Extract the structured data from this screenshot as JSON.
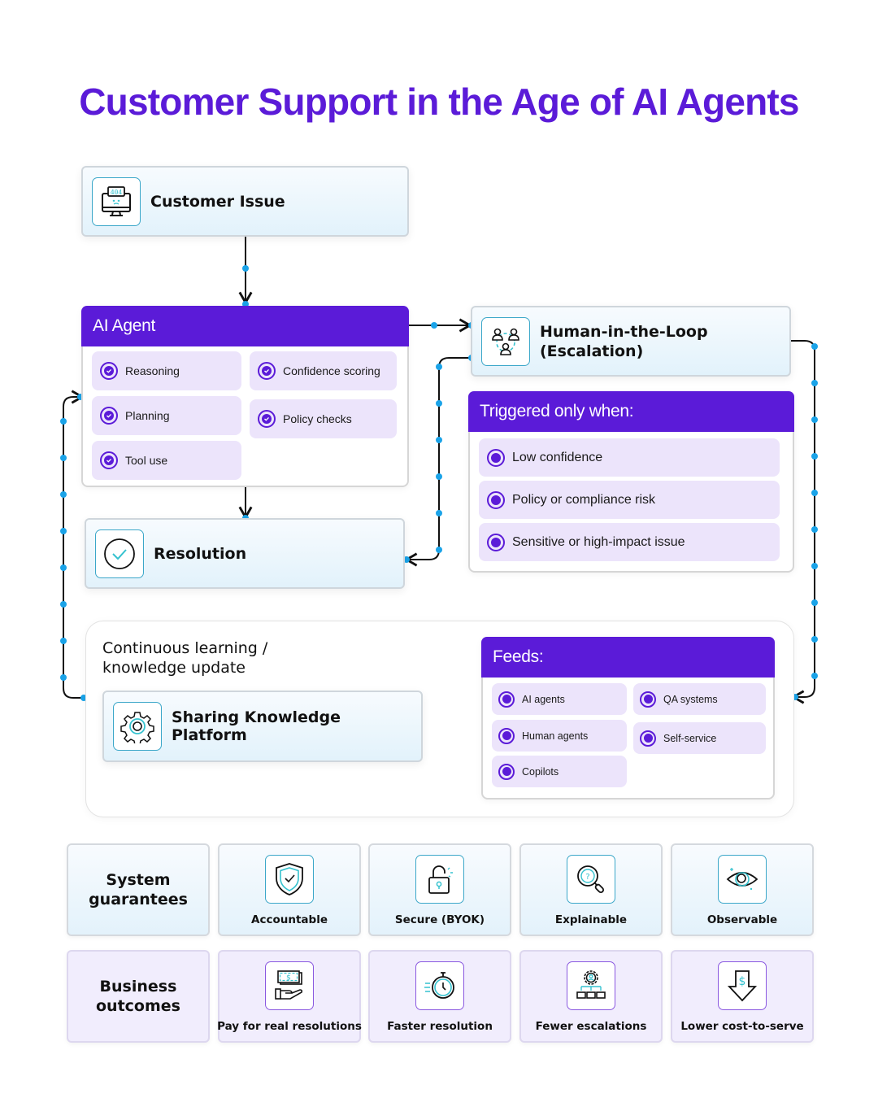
{
  "title": "Customer Support in the Age of AI Agents",
  "colors": {
    "accent": "#5b1bd8",
    "connector_dot": "#1aa3e8",
    "chip_bg": "#ece4fb",
    "icon_teal": "#35c2cf"
  },
  "customer_issue": {
    "label": "Customer Issue",
    "icon": "monitor-404-icon",
    "icon_text": "404"
  },
  "ai_agent": {
    "header": "AI Agent",
    "capabilities": [
      {
        "label": "Reasoning"
      },
      {
        "label": "Confidence scoring"
      },
      {
        "label": "Planning"
      },
      {
        "label": "Policy checks"
      },
      {
        "label": "Tool use"
      }
    ]
  },
  "human_loop": {
    "label_line1": "Human-in-the-Loop",
    "label_line2": "(Escalation)",
    "icon": "team-icon"
  },
  "triggers": {
    "header": "Triggered only when:",
    "items": [
      {
        "label": "Low confidence"
      },
      {
        "label": "Policy or compliance risk"
      },
      {
        "label": "Sensitive or high-impact issue"
      }
    ]
  },
  "resolution": {
    "label": "Resolution",
    "icon": "check-circle-icon"
  },
  "learning": {
    "title_line1": "Continuous learning /",
    "title_line2": "knowledge update",
    "platform_label": "Sharing Knowledge Platform",
    "platform_icon": "gear-icon"
  },
  "feeds": {
    "header": "Feeds:",
    "items": [
      {
        "label": "AI agents"
      },
      {
        "label": "QA systems"
      },
      {
        "label": "Human agents"
      },
      {
        "label": "Self-service"
      },
      {
        "label": "Copilots"
      }
    ]
  },
  "guarantees": {
    "heading_line1": "System",
    "heading_line2": "guarantees",
    "items": [
      {
        "label": "Accountable",
        "icon": "shield-check-icon"
      },
      {
        "label": "Secure (BYOK)",
        "icon": "padlock-open-icon"
      },
      {
        "label": "Explainable",
        "icon": "magnifier-question-icon"
      },
      {
        "label": "Observable",
        "icon": "eye-icon"
      }
    ]
  },
  "outcomes": {
    "heading_line1": "Business",
    "heading_line2": "outcomes",
    "items": [
      {
        "label": "Pay for real resolutions",
        "icon": "money-hand-icon",
        "icon_text": "$"
      },
      {
        "label": "Faster resolution",
        "icon": "stopwatch-icon"
      },
      {
        "label": "Fewer escalations",
        "icon": "gear-hierarchy-icon"
      },
      {
        "label": "Lower cost-to-serve",
        "icon": "arrow-down-dollar-icon",
        "icon_text": "$"
      }
    ]
  }
}
